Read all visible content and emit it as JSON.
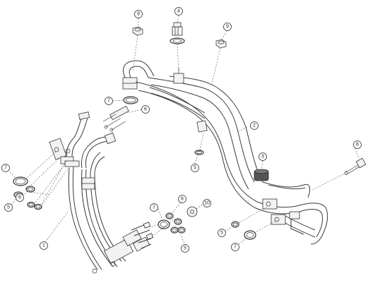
{
  "callouts": {
    "c1": "1",
    "c2": "2",
    "c3": "3",
    "c4": "4",
    "c5a": "5",
    "c5b": "5",
    "c5c": "5",
    "c5d": "5",
    "c6a": "6",
    "c6b": "6",
    "c6c": "6",
    "c7a": "7",
    "c7b": "7",
    "c7c": "7",
    "c7d": "7",
    "c8": "8",
    "c9a": "9",
    "c9b": "9",
    "c10": "10"
  },
  "colors": {
    "line": "#3a3a3a",
    "background": "#ffffff"
  }
}
